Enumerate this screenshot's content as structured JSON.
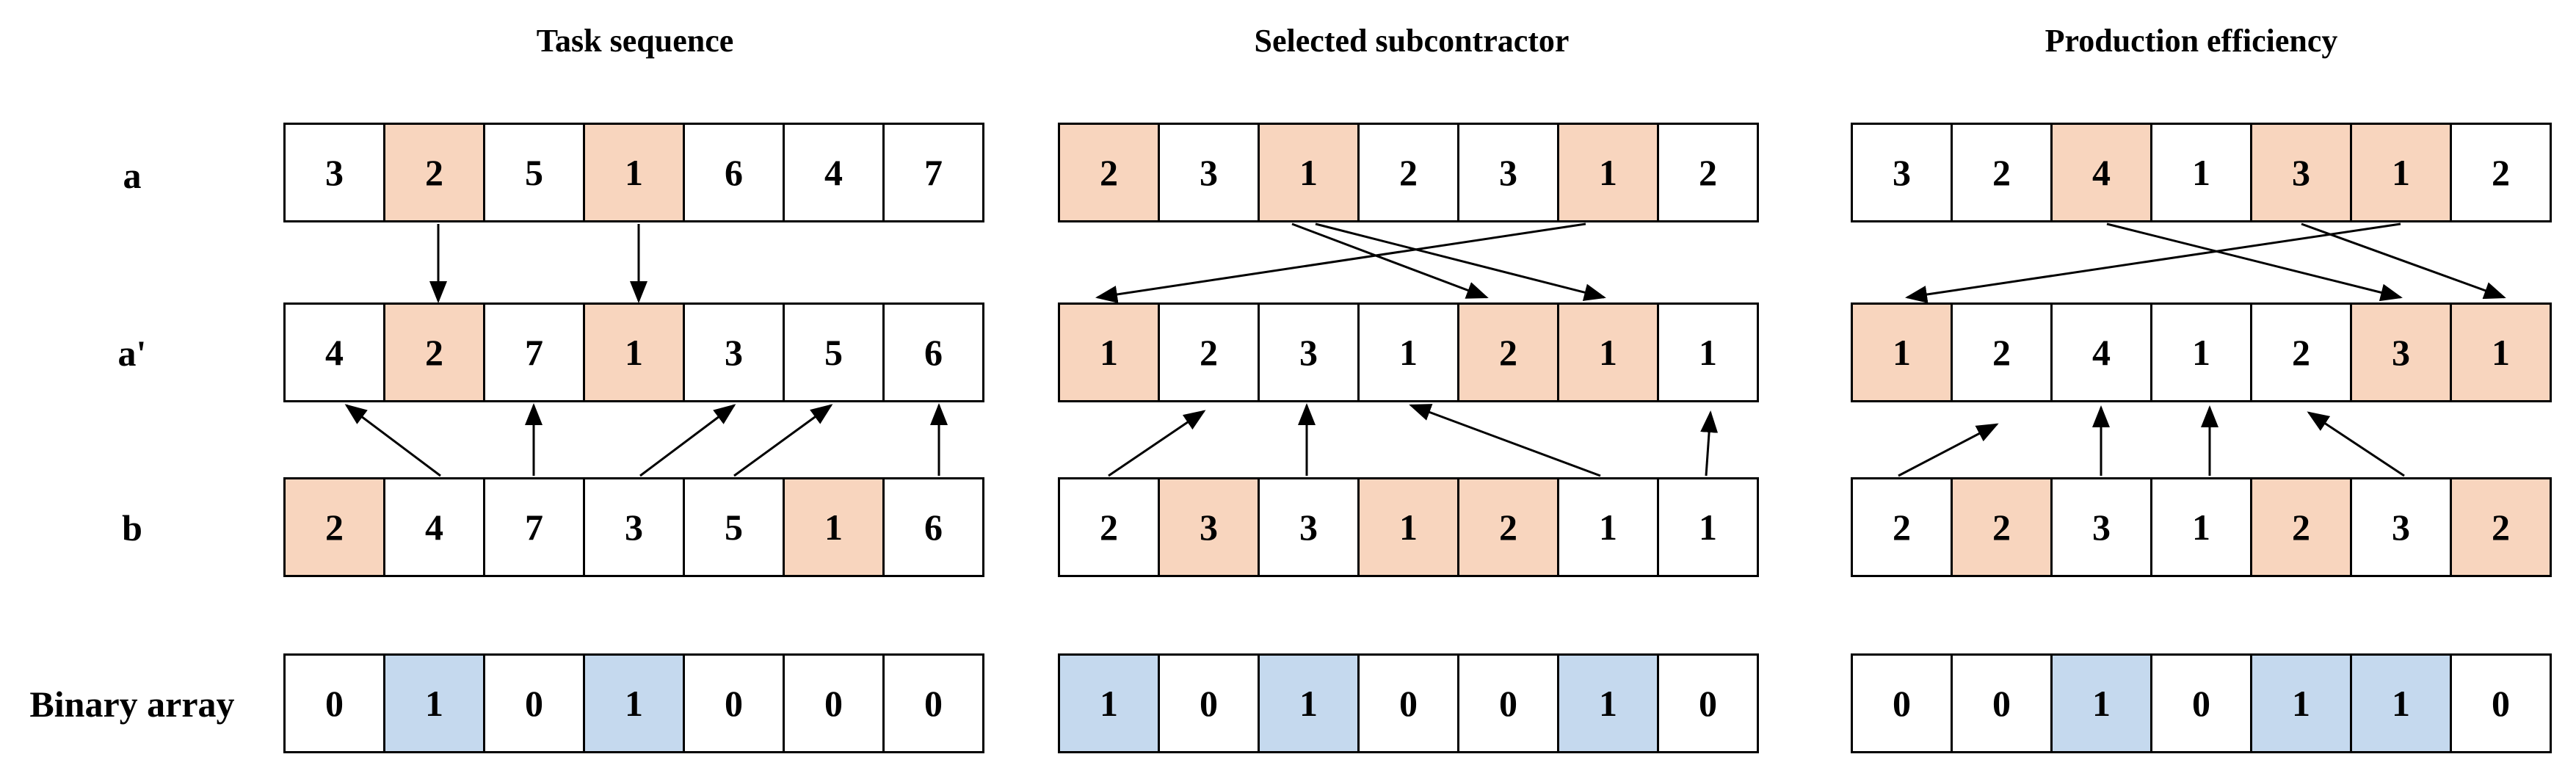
{
  "colors": {
    "highlight": "#F8D5BE",
    "binary": "#C5D9EE",
    "plain": "#FFFFFF",
    "border": "#000000"
  },
  "row_labels": {
    "a": "a",
    "a_prime": "a'",
    "b": "b",
    "binary": "Binary array"
  },
  "panels": [
    {
      "title": "Task sequence",
      "a": {
        "values": [
          "3",
          "2",
          "5",
          "1",
          "6",
          "4",
          "7"
        ],
        "highlight": [
          false,
          true,
          false,
          true,
          false,
          false,
          false
        ]
      },
      "a_prime": {
        "values": [
          "4",
          "2",
          "7",
          "1",
          "3",
          "5",
          "6"
        ],
        "highlight": [
          false,
          true,
          false,
          true,
          false,
          false,
          false
        ]
      },
      "b": {
        "values": [
          "2",
          "4",
          "7",
          "3",
          "5",
          "1",
          "6"
        ],
        "highlight": [
          true,
          false,
          false,
          false,
          false,
          true,
          false
        ]
      },
      "binary": {
        "values": [
          "0",
          "1",
          "0",
          "1",
          "0",
          "0",
          "0"
        ]
      }
    },
    {
      "title": "Selected subcontractor",
      "a": {
        "values": [
          "2",
          "3",
          "1",
          "2",
          "3",
          "1",
          "2"
        ],
        "highlight": [
          true,
          false,
          true,
          false,
          false,
          true,
          false
        ]
      },
      "a_prime": {
        "values": [
          "1",
          "2",
          "3",
          "1",
          "2",
          "1",
          "1"
        ],
        "highlight": [
          true,
          false,
          false,
          false,
          true,
          true,
          false
        ]
      },
      "b": {
        "values": [
          "2",
          "3",
          "3",
          "1",
          "2",
          "1",
          "1"
        ],
        "highlight": [
          false,
          true,
          false,
          true,
          true,
          false,
          false
        ]
      },
      "binary": {
        "values": [
          "1",
          "0",
          "1",
          "0",
          "0",
          "1",
          "0"
        ]
      }
    },
    {
      "title": "Production efficiency",
      "a": {
        "values": [
          "3",
          "2",
          "4",
          "1",
          "3",
          "1",
          "2"
        ],
        "highlight": [
          false,
          false,
          true,
          false,
          true,
          true,
          false
        ]
      },
      "a_prime": {
        "values": [
          "1",
          "2",
          "4",
          "1",
          "2",
          "3",
          "1"
        ],
        "highlight": [
          true,
          false,
          false,
          false,
          false,
          true,
          true
        ]
      },
      "b": {
        "values": [
          "2",
          "2",
          "3",
          "1",
          "2",
          "3",
          "2"
        ],
        "highlight": [
          false,
          true,
          false,
          false,
          true,
          false,
          true
        ]
      },
      "binary": {
        "values": [
          "0",
          "0",
          "1",
          "0",
          "1",
          "1",
          "0"
        ]
      }
    }
  ]
}
